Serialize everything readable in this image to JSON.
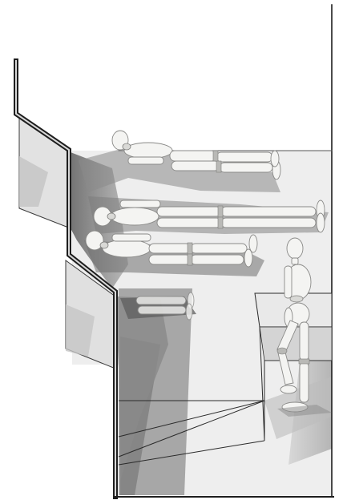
{
  "figure": {
    "kind": "illustration",
    "subject": "wooden-artist-mannequins-in-room-with-stepped-wall",
    "colors": {
      "background": "#ffffff",
      "wall_light": "#ececec",
      "wall_mid": "#d2d2d2",
      "shadow_dark": "#707070",
      "shadow_mid": "#9a9a9a",
      "outline": "#1e1e1e",
      "mannequin": "#f4f4f2"
    },
    "mannequins": [
      {
        "name": "mannequin-lying-top",
        "pose": "lying"
      },
      {
        "name": "mannequin-lying-middle",
        "pose": "lying"
      },
      {
        "name": "mannequin-lying-lower",
        "pose": "lying"
      },
      {
        "name": "mannequin-lying-fading",
        "pose": "lying-partial"
      },
      {
        "name": "mannequin-standing",
        "pose": "standing"
      }
    ]
  }
}
